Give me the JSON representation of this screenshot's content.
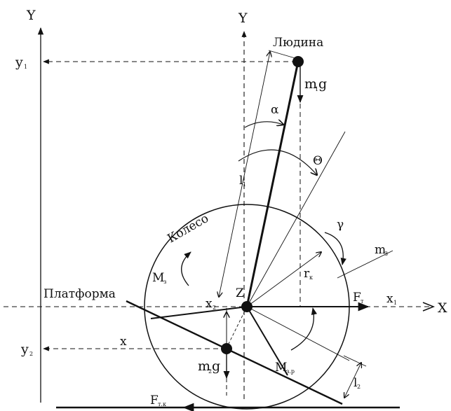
{
  "labels": {
    "axis_y_left": "Y",
    "axis_y_center": "Y",
    "axis_x": "X",
    "person": "Людина",
    "wheel": "Колесо",
    "platform": "Платформа",
    "gravity1_main": "m",
    "gravity1_sub": "1",
    "gravity1_tail": "g",
    "gravity2_main": "m",
    "gravity2_sub": "2",
    "gravity2_tail": "g",
    "y1_main": "y",
    "y1_sub": "1",
    "y2_main": "y",
    "y2_sub": "2",
    "x1_main": "x",
    "x1_sub": "1",
    "x2_main": "x",
    "x2_sub": "2",
    "x_plain": "x",
    "alpha": "α",
    "theta": "Θ",
    "gamma": "γ",
    "l1_main": "l",
    "l1_sub": "1",
    "l2_main": "l",
    "l2_sub": "2",
    "m3_main": "m",
    "m3_sub": "3",
    "rk_main": "r",
    "rk_sub": "к",
    "z": "Z",
    "ft_main": "F",
    "ft_sub": "т",
    "ftk_main": "F",
    "ftk_sub": "т.к",
    "mz_main": "M",
    "mz_sub": "з",
    "mzr_main": "M",
    "mzr_sub": "з.р"
  }
}
